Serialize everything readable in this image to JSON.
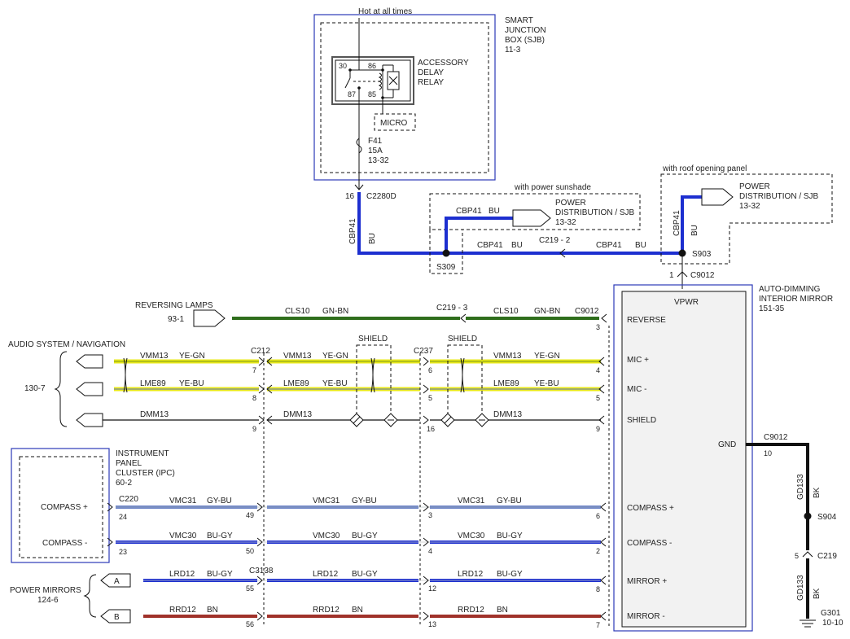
{
  "colors": {
    "blue": "#1d2fd0",
    "green": "#2f6e1c",
    "yellow": "#e8e81a",
    "yellow_stripe_gn": "#7c9a18",
    "yellow_stripe_bu": "#5a6fbf",
    "gray_blue": "#6f86c9",
    "red": "#a0322a",
    "black": "#111111",
    "frame": "#2c3ab8"
  },
  "sjb": {
    "hot_label": "Hot at all times",
    "title": [
      "SMART",
      "JUNCTION",
      "BOX (SJB)",
      "11-3"
    ],
    "relay_label": [
      "ACCESSORY",
      "DELAY",
      "RELAY"
    ],
    "pins": {
      "p30": "30",
      "p86": "86",
      "p87": "87",
      "p85": "85"
    },
    "micro": "MICRO",
    "fuse": [
      "F41",
      "15A",
      "13-32"
    ]
  },
  "connectors": {
    "c2280d": "C2280D",
    "c2280d_pin": "16",
    "s309": "S309",
    "s903": "S903",
    "c219_2": "C219 - 2",
    "c219_3": "C219 - 3",
    "c9012": "C9012",
    "c9012_pin1": "1",
    "c212": "C212",
    "c237": "C237",
    "c220": "C220",
    "c3138": "C3138",
    "c9012_gnd": "C9012",
    "c9012_gnd_pin": "10",
    "s904": "S904",
    "c219_gnd": "C219",
    "c219_gnd_pin": "5",
    "g301": "G301",
    "g301_ref": "10-10"
  },
  "power_feed": {
    "cbp41": "CBP41",
    "bu": "BU",
    "sunshade_label": "with power sunshade",
    "roof_label": "with roof opening panel",
    "pd_sjb": [
      "POWER",
      "DISTRIBUTION / SJB",
      "13-32"
    ],
    "pd_sjb_roof": [
      "POWER",
      "DISTRIBUTION / SJB",
      "13-32"
    ]
  },
  "mirror": {
    "title": [
      "AUTO-DIMMING",
      "INTERIOR MIRROR",
      "151-35"
    ],
    "vpwr": "VPWR",
    "reverse": "REVERSE",
    "mic_plus": "MIC +",
    "mic_minus": "MIC -",
    "shield": "SHIELD",
    "gnd": "GND",
    "compass_plus": "COMPASS +",
    "compass_minus": "COMPASS -",
    "mirror_plus": "MIRROR +",
    "mirror_minus": "MIRROR -"
  },
  "left": {
    "reversing_lamps": "REVERSING LAMPS",
    "reversing_ref": "93-1",
    "audio": "AUDIO SYSTEM / NAVIGATION",
    "audio_ref": "130-7",
    "ipc": [
      "INSTRUMENT",
      "PANEL",
      "CLUSTER (IPC)",
      "60-2"
    ],
    "ipc_compass_plus": "COMPASS +",
    "ipc_compass_minus": "COMPASS -",
    "power_mirrors": "POWER MIRRORS",
    "power_mirrors_ref": "124-6",
    "conn_a": "A",
    "conn_b": "B"
  },
  "shield_label": "SHIELD",
  "wires": {
    "cls10": "CLS10",
    "gn_bn": "GN-BN",
    "vmm13": "VMM13",
    "ye_gn": "YE-GN",
    "lme89": "LME89",
    "ye_bu": "YE-BU",
    "dmm13": "DMM13",
    "vmc31": "VMC31",
    "gy_bu": "GY-BU",
    "vmc30": "VMC30",
    "bu_gy": "BU-GY",
    "lrd12": "LRD12",
    "rrd12": "RRD12",
    "bn": "BN",
    "gd133": "GD133",
    "bk": "BK"
  },
  "pins": {
    "c212_vmm": "7",
    "c212_lme": "8",
    "c212_dmm": "9",
    "c237_vmm": "6",
    "c237_lme": "5",
    "c237_dmm": "16",
    "mir_rev": "3",
    "mir_vmm": "4",
    "mir_lme": "5",
    "mir_dmm": "9",
    "c220_plus": "24",
    "c220_minus": "23",
    "mid_plus": "49",
    "mid_minus": "50",
    "c237_plus": "3",
    "c237_minus": "4",
    "mir_plus": "6",
    "mir_minus": "2",
    "c3138_plus": "55",
    "c3138_minus": "56",
    "c237_mplus": "12",
    "c237_mminus": "13",
    "mir_mplus": "8",
    "mir_mminus": "7"
  }
}
